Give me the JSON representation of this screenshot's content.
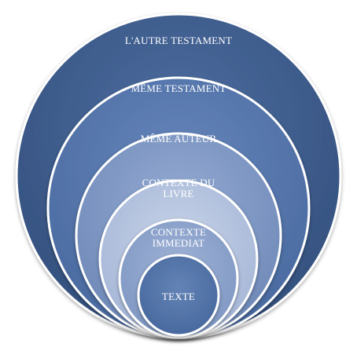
{
  "diagram": {
    "levels": [
      {
        "label": "L'AUTRE TESTAMENT",
        "color": "#3f5f8f",
        "text_color": "#ffffff"
      },
      {
        "label": "MÊME TESTAMENT",
        "color": "#5578ad",
        "text_color": "#ffffff"
      },
      {
        "label": "MÊME AUTEUR",
        "color": "#7f98c4",
        "text_color": "#ffffff"
      },
      {
        "label_line1": "CONTEXTE DU",
        "label_line2": "LIVRE",
        "color": "#b3c2de",
        "text_color": "#ffffff"
      },
      {
        "label_line1": "CONTEXTE",
        "label_line2": "IMMEDIAT",
        "color": "#8da3cb",
        "text_color": "#ffffff"
      },
      {
        "label": "TEXTE",
        "color": "#5273a8",
        "text_color": "#ffffff"
      }
    ]
  }
}
